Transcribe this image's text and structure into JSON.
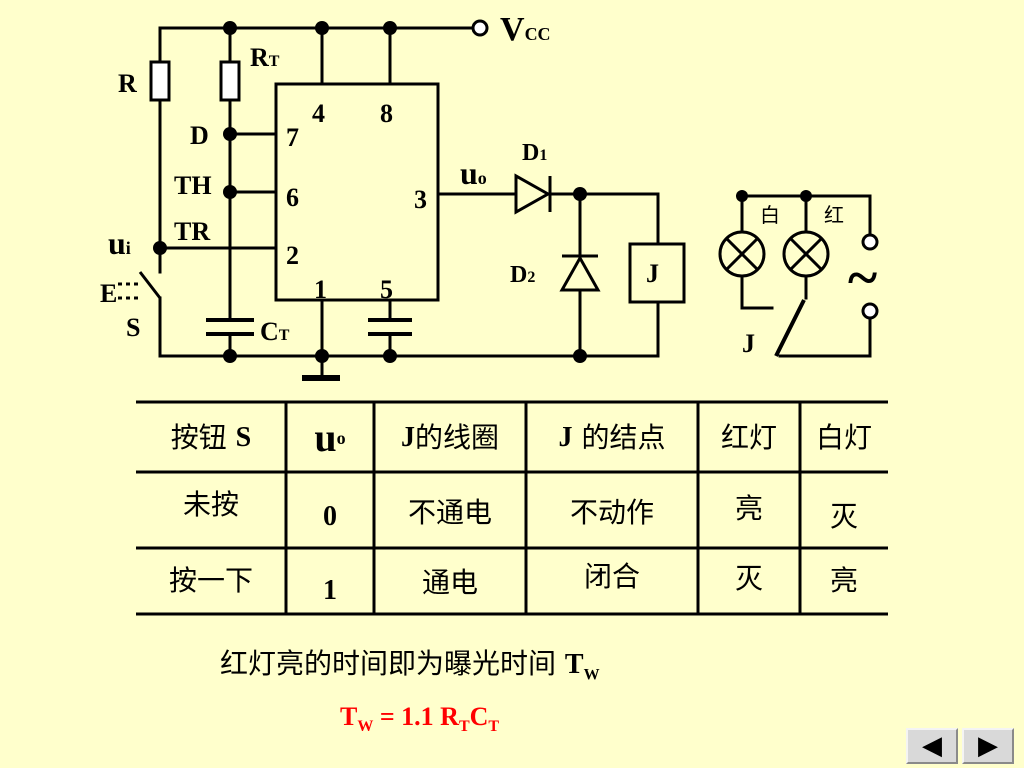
{
  "circuit": {
    "vcc": {
      "main": "V",
      "sub": "CC"
    },
    "r": "R",
    "rt": {
      "main": "R",
      "sub": "T"
    },
    "ct": {
      "main": "C",
      "sub": "T"
    },
    "pin_d": "D",
    "pin_th": "TH",
    "pin_tr": "TR",
    "ui": {
      "main": "u",
      "sub": "i"
    },
    "switch_s": "S",
    "pins": {
      "p4": "4",
      "p8": "8",
      "p7": "7",
      "p6": "6",
      "p2": "2",
      "p3": "3",
      "p1": "1",
      "p5": "5"
    },
    "uo": {
      "main": "u",
      "sub": "o"
    },
    "d1": {
      "main": "D",
      "sub": "1"
    },
    "d2": {
      "main": "D",
      "sub": "2"
    },
    "relay_j": "J",
    "contact_j": "J",
    "lamp_white": "白",
    "lamp_red": "红",
    "ac_symbol": "~",
    "switch_glyph": "E"
  },
  "table": {
    "headers": {
      "button": "按钮",
      "button_s": "S",
      "uo_main": "u",
      "uo_sub": "o",
      "coil_j": "J",
      "coil": "的线圈",
      "contact_j": "J",
      "contact": "的结点",
      "red": "红灯",
      "white": "白灯"
    },
    "rows": [
      {
        "button": "未按",
        "uo": "0",
        "coil": "不通电",
        "contact": "不动作",
        "red": "亮",
        "white": "灭"
      },
      {
        "button": "按一下",
        "uo": "1",
        "coil": "通电",
        "contact": "闭合",
        "red": "灭",
        "white": "亮"
      }
    ]
  },
  "caption": {
    "text": "红灯亮的时间即为曝光时间",
    "tw_main": "T",
    "tw_sub": "W"
  },
  "formula": {
    "tw_main": "T",
    "tw_sub": "W",
    "equals": " = 1.1 ",
    "rt_main": "R",
    "rt_sub": "T",
    "ct_main": "C",
    "ct_sub": "T",
    "color": "#ff0000"
  },
  "nav": {
    "prev": "◀",
    "next": "▶"
  }
}
